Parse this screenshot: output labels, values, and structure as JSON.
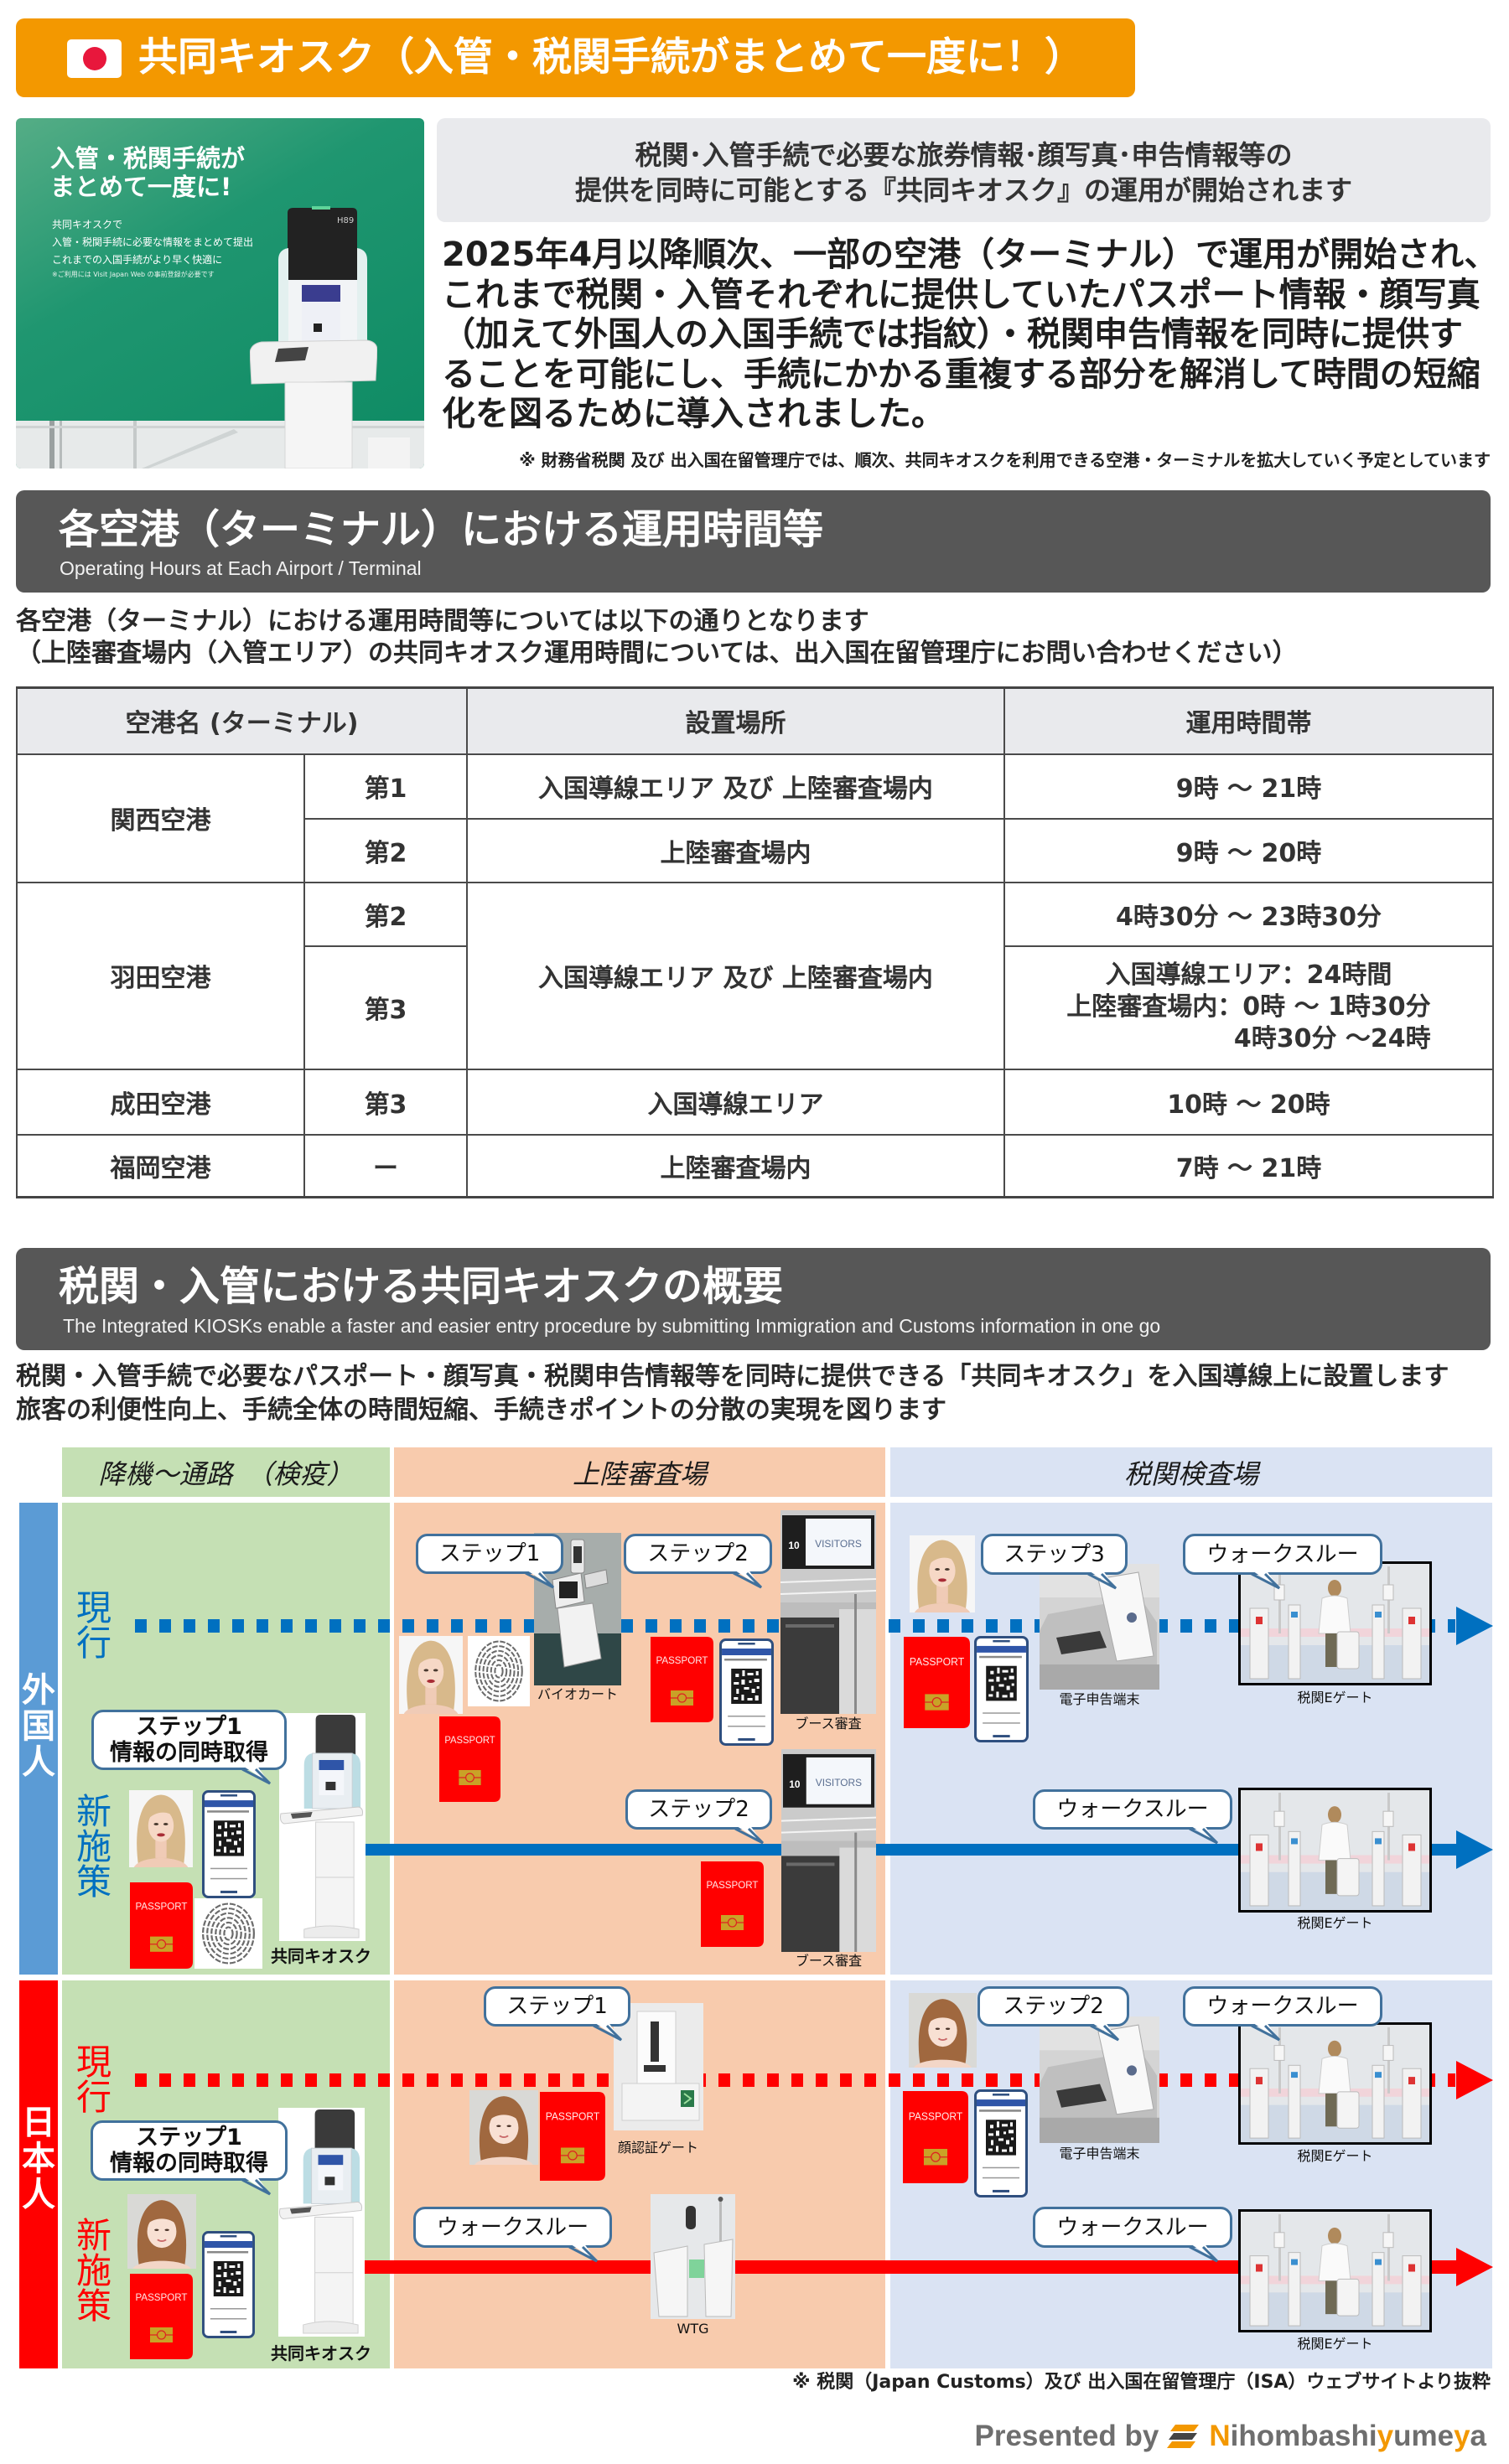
{
  "colors": {
    "banner": "#F39800",
    "section_header": "#575757",
    "lead_box": "#E9EAED",
    "table_header": "#E9EAED",
    "zone_quarantine": "#C5E0B4",
    "zone_immigration": "#F8CBAD",
    "zone_customs": "#DAE3F3",
    "foreign_bar": "#5B9BD5",
    "foreign_line": "#0070C0",
    "japanese_bar": "#FF0000",
    "japanese_line": "#FF0000",
    "callout_border": "#41719C",
    "passport": "#FF0000",
    "brand_accent": "#F39800",
    "brand_gray": "#6E6E6E"
  },
  "header": {
    "title": "共同キオスク（入管・税関手続がまとめて一度に！）",
    "flag_icon": "japan-flag-icon"
  },
  "promo": {
    "headline": [
      "入管・税関手続が",
      "まとめて一度に!"
    ],
    "lines": [
      "共同キオスクで",
      "入管・税関手続に必要な情報をまとめて提出",
      "これまでの入国手続がより早く快適に"
    ],
    "note": "※ご利用には Visit Japan Web の事前登録が必要です",
    "kiosk_label": "H89"
  },
  "summary": {
    "lead": [
      "税関･入管手続で必要な旅券情報･顔写真･申告情報等の",
      "提供を同時に可能とする『共同キオスク』の運用が開始されます"
    ],
    "body": [
      "2025年4月以降順次、一部の空港（ターミナル）で運用が開始され、",
      "これまで税関・入管それぞれに提供していたパスポート情報・顔写真",
      "（加えて外国人の入国手続では指紋）・税関申告情報を同時に提供す",
      "ることを可能にし、手続にかかる重複する部分を解消して時間の短縮",
      "化を図るために導入されました。"
    ],
    "note": "※ 財務省税関 及び 出入国在留管理庁では、順次、共同キオスクを利用できる空港・ターミナルを拡大していく予定としています"
  },
  "hours": {
    "title": "各空港（ターミナル）における運用時間等",
    "subtitle": "Operating Hours at Each Airport / Terminal",
    "intro": [
      "各空港（ターミナル）における運用時間等については以下の通りとなります",
      "（上陸審査場内（入管エリア）の共同キオスク運用時間については、出入国在留管理庁にお問い合わせください）"
    ],
    "table": {
      "headers": [
        "空港名 (ターミナル)",
        "設置場所",
        "運用時間帯"
      ],
      "rows": [
        {
          "airport": "関西空港",
          "terminals": [
            {
              "terminal": "第1",
              "location": "入国導線エリア 及び 上陸審査場内",
              "hours": [
                "9時 ～ 21時"
              ]
            },
            {
              "terminal": "第2",
              "location": "上陸審査場内",
              "hours": [
                "9時 ～ 20時"
              ]
            }
          ]
        },
        {
          "airport": "羽田空港",
          "shared_location": "入国導線エリア 及び 上陸審査場内",
          "terminals": [
            {
              "terminal": "第2",
              "hours": [
                "4時30分 ～ 23時30分"
              ]
            },
            {
              "terminal": "第3",
              "hours": [
                "入国導線エリア：24時間",
                "上陸審査場内：0時 ～ 1時30分",
                "4時30分 ～24時"
              ]
            }
          ]
        },
        {
          "airport": "成田空港",
          "terminals": [
            {
              "terminal": "第3",
              "location": "入国導線エリア",
              "hours": [
                "10時 ～ 20時"
              ]
            }
          ]
        },
        {
          "airport": "福岡空港",
          "terminals": [
            {
              "terminal": "ー",
              "location": "上陸審査場内",
              "hours": [
                "7時 ～ 21時"
              ]
            }
          ]
        }
      ]
    }
  },
  "overview": {
    "title": "税関・入管における共同キオスクの概要",
    "subtitle": "The Integrated KIOSKs enable a faster and easier entry procedure by submitting Immigration and Customs information in one go",
    "intro": [
      "税関・入管手続で必要なパスポート・顔写真・税関申告情報等を同時に提供できる「共同キオスク」を入国導線上に設置します",
      "旅客の利便性向上、手続全体の時間短縮、手続きポイントの分散の実現を図ります"
    ],
    "diagram": {
      "zones": [
        "降機～通路　（検疫）",
        "上陸審査場",
        "税関検査場"
      ],
      "passport_text": "PASSPORT",
      "booth_sign": {
        "number": "10",
        "text": "VISITORS"
      },
      "lanes": [
        {
          "label": "外国人",
          "current_label": "現行",
          "new_label": "新施策",
          "current_steps": [
            {
              "callout": "ステップ1",
              "caption": "バイオカート"
            },
            {
              "callout": "ステップ2",
              "caption": "ブース審査"
            },
            {
              "callout": "ステップ3",
              "caption": "電子申告端末"
            },
            {
              "callout": "ウォークスルー",
              "caption": "税関Eゲート"
            }
          ],
          "new_steps": [
            {
              "callout": [
                "ステップ1",
                "情報の同時取得"
              ],
              "caption": "共同キオスク"
            },
            {
              "callout": "ステップ2",
              "caption": "ブース審査"
            },
            {
              "callout": "ウォークスルー",
              "caption": "税関Eゲート"
            }
          ]
        },
        {
          "label": "日本人",
          "current_label": "現行",
          "new_label": "新施策",
          "current_steps": [
            {
              "callout": "ステップ1",
              "caption": "顔認証ゲート"
            },
            {
              "callout": "ステップ2",
              "caption": "電子申告端末"
            },
            {
              "callout": "ウォークスルー",
              "caption": "税関Eゲート"
            }
          ],
          "new_steps": [
            {
              "callout": [
                "ステップ1",
                "情報の同時取得"
              ],
              "caption": "共同キオスク"
            },
            {
              "callout": "ウォークスルー",
              "caption": "WTG"
            },
            {
              "callout": "ウォークスルー",
              "caption": "税関Eゲート"
            }
          ]
        }
      ]
    }
  },
  "footer": {
    "source_note": "※ 税関（Japan Customs）及び 出入国在留管理庁（ISA）ウェブサイトより抜粋",
    "presented_by": "Presented by",
    "brand": [
      {
        "text": "N",
        "accent": true
      },
      {
        "text": "ihombashi",
        "accent": false
      },
      {
        "text": "y",
        "accent": true
      },
      {
        "text": "ume",
        "accent": false
      },
      {
        "text": "y",
        "accent": true
      },
      {
        "text": "a",
        "accent": false
      }
    ]
  }
}
